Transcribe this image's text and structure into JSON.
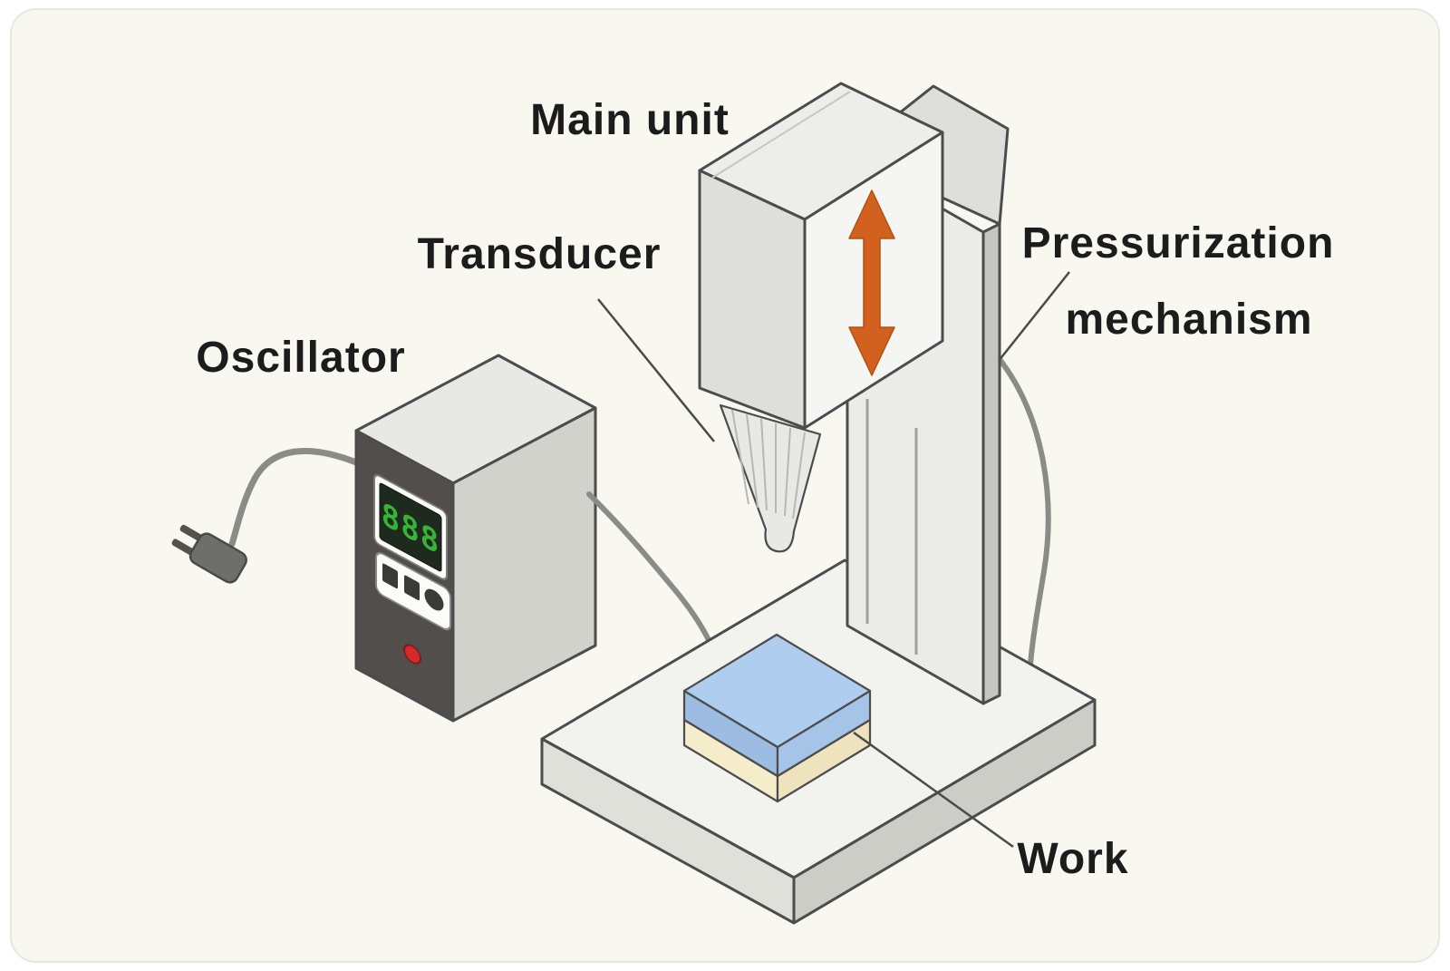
{
  "diagram": {
    "labels": {
      "main_unit": "Main unit",
      "transducer": "Transducer",
      "oscillator": "Oscillator",
      "pressurization_line1": "Pressurization",
      "pressurization_line2": "mechanism",
      "work": "Work"
    },
    "oscillator_display": {
      "value": "888"
    },
    "colors": {
      "arrow_orange": "#d2601e",
      "led_red": "#d42a2a",
      "display_green": "#35b435",
      "display_bg": "#1e2a1e",
      "work_blue_top": "#aecdef",
      "work_blue_left": "#9cbce2",
      "work_blue_right": "#a6c4e8",
      "work_cream_left": "#f5ecca",
      "work_cream_right": "#efe3bd"
    }
  }
}
